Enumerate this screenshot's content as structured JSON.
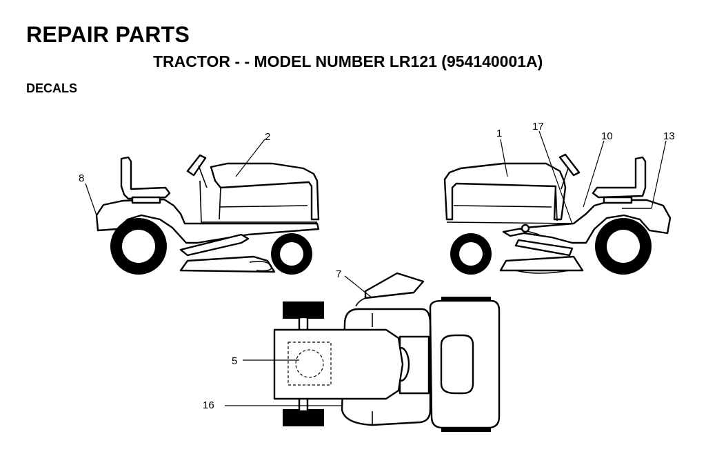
{
  "header": {
    "title": "REPAIR PARTS",
    "subtitle": "TRACTOR - - MODEL NUMBER LR121 (954140001A)",
    "section": "DECALS"
  },
  "callouts": {
    "c1": "1",
    "c2": "2",
    "c5": "5",
    "c7": "7",
    "c8": "8",
    "c10": "10",
    "c13": "13",
    "c16": "16",
    "c17": "17"
  }
}
